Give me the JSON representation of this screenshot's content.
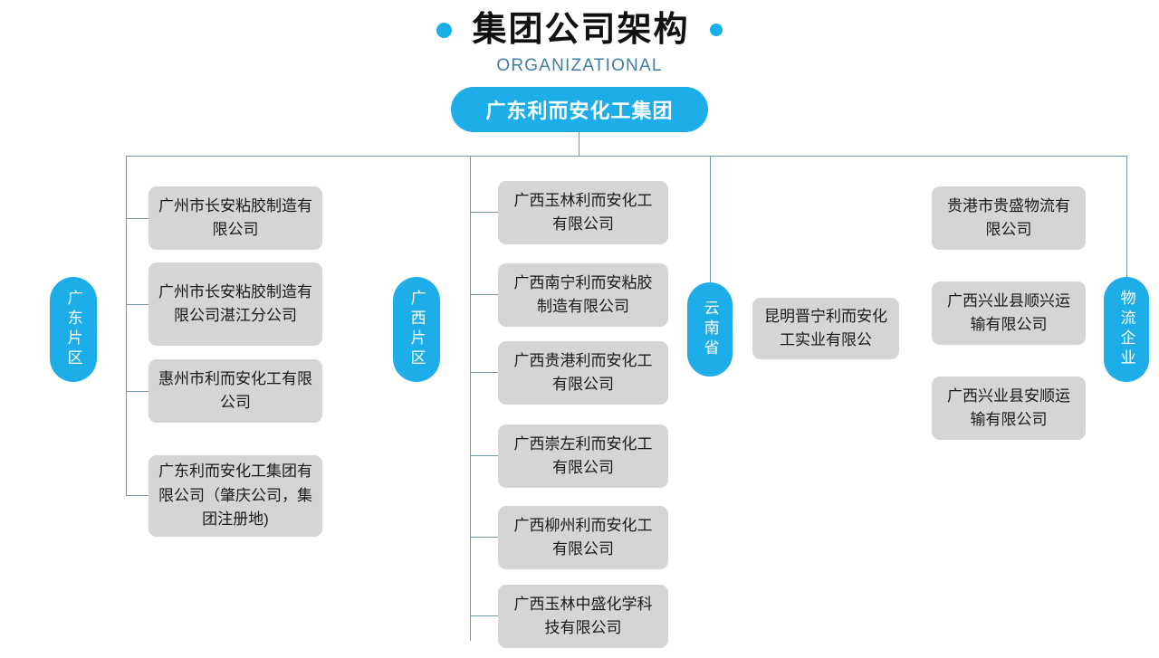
{
  "header": {
    "title": "集团公司架构",
    "subtitle": "ORGANIZATIONAL",
    "left_dot": "dot",
    "right_dot": "dot"
  },
  "root": {
    "label": "广东利而安化工集团"
  },
  "colors": {
    "accent": "#1DADE9",
    "subtitle": "#3E7FA8",
    "box": "#D5D5D5",
    "line": "#6E95A8",
    "text": "#1a1a1a"
  },
  "groups": [
    {
      "id": "guangdong",
      "label": "广东片区",
      "children": [
        {
          "label": "广州市长安粘胶制造有限公司"
        },
        {
          "label": "广州市长安粘胶制造有限公司湛江分公司"
        },
        {
          "label": "惠州市利而安化工有限公司"
        },
        {
          "label": "广东利而安化工集团有限公司（肇庆公司，集团注册地)"
        }
      ]
    },
    {
      "id": "guangxi",
      "label": "广西片区",
      "children": [
        {
          "label": "广西玉林利而安化工有限公司"
        },
        {
          "label": "广西南宁利而安粘胶制造有限公司"
        },
        {
          "label": "广西贵港利而安化工有限公司"
        },
        {
          "label": "广西崇左利而安化工有限公司"
        },
        {
          "label": "广西柳州利而安化工有限公司"
        },
        {
          "label": "广西玉林中盛化学科技有限公司"
        }
      ]
    },
    {
      "id": "yunnan",
      "label": "云南省",
      "children": [
        {
          "label": "昆明晋宁利而安化工实业有限公"
        }
      ]
    },
    {
      "id": "logistics",
      "label": "物流企业",
      "children": [
        {
          "label": "贵港市贵盛物流有限公司"
        },
        {
          "label": "广西兴业县顺兴运输有限公司"
        },
        {
          "label": "广西兴业县安顺运输有限公司"
        }
      ]
    }
  ]
}
